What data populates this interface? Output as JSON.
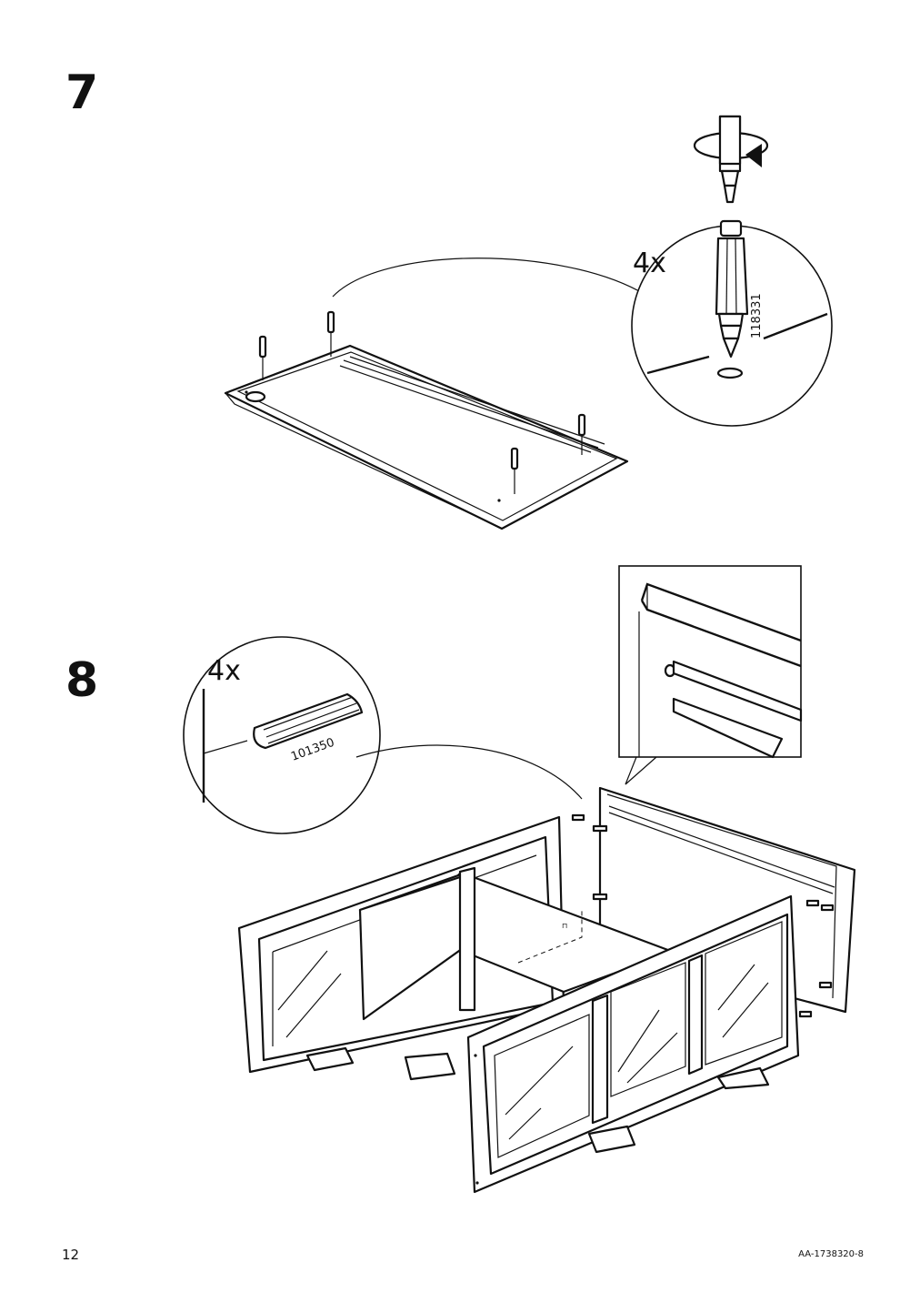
{
  "steps": [
    {
      "number": "7",
      "quantity": "4x",
      "part_number": "118331"
    },
    {
      "number": "8",
      "quantity": "4x",
      "part_number": "101350"
    }
  ],
  "footer": {
    "page_number": "12",
    "document_id": "AA-1738320-8"
  }
}
